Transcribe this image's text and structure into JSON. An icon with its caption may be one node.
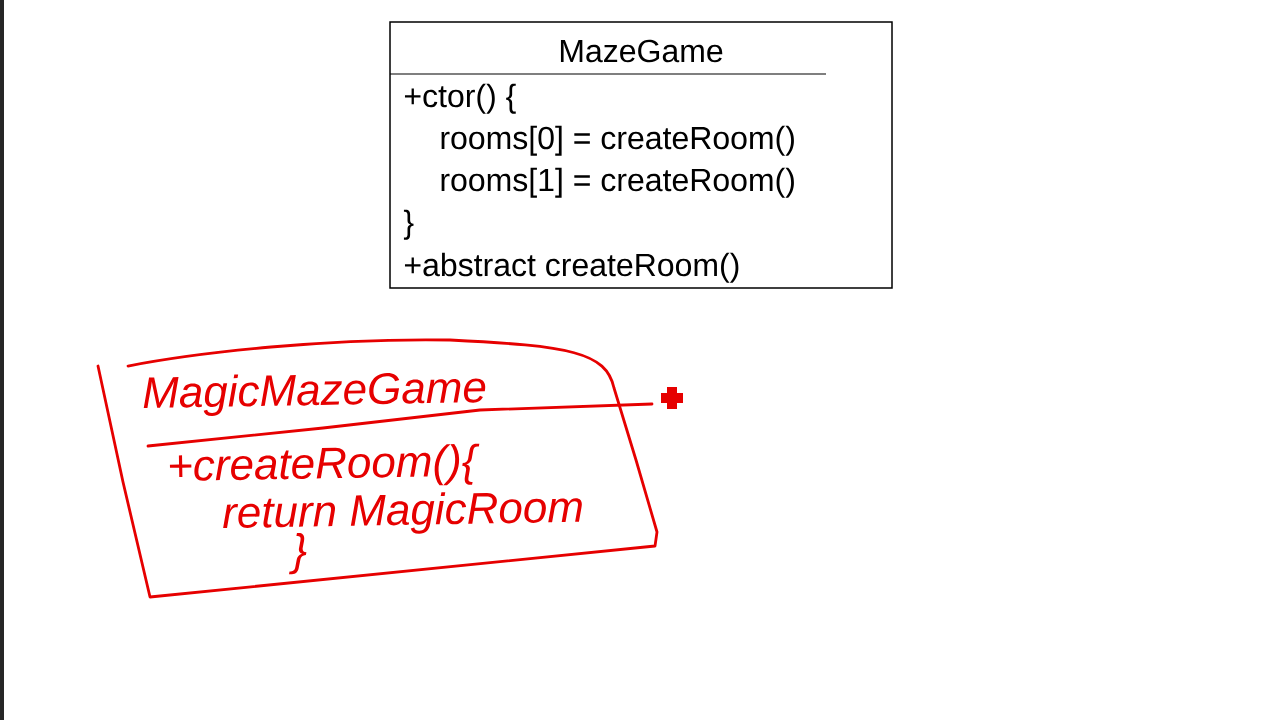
{
  "diagram": {
    "nodes": [
      {
        "text": [
          "MazeGame",
          "+ctor() {",
          "rooms[0] = createRoom()",
          "rooms[1] = createRoom()",
          "}",
          "+abstract createRoom()"
        ]
      },
      {
        "text": [
          "MagicMazeGame",
          "+createRoom(){",
          "return MagicRoom",
          "}"
        ]
      }
    ]
  }
}
